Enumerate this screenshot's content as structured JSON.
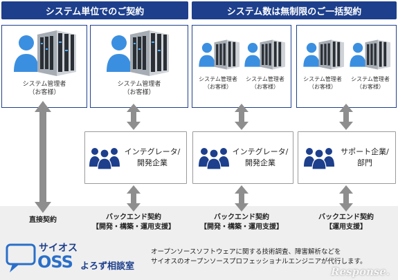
{
  "headers": {
    "left": "システム単位でのご契約",
    "right": "システム数は無制限のご一括契約"
  },
  "admin_label": {
    "title": "システム管理者",
    "sub": "（お客様）"
  },
  "middle_cards": [
    {
      "line1": "インテグレータ/",
      "line2": "開発企業"
    },
    {
      "line1": "インテグレータ/",
      "line2": "開発企業"
    },
    {
      "line1": "サポート企業/",
      "line2": "部門"
    }
  ],
  "bottom_labels": [
    {
      "line1": "直接契約",
      "line2": ""
    },
    {
      "line1": "バックエンド契約",
      "line2": "【開発・構築・運用支援】"
    },
    {
      "line1": "バックエンド契約",
      "line2": "【開発・構築・運用支援】"
    },
    {
      "line1": "バックエンド契約",
      "line2": "【運用支援】"
    }
  ],
  "logo": {
    "brand": "サイオス",
    "oss": "OSS",
    "service": "よろず相談室"
  },
  "footer": {
    "line1": "オープンソースソフトウェアに関する技術調査、障害解析などを",
    "line2": "サイオスのオープンソースプロフェッショナルエンジニアが代行します。"
  },
  "watermark": "Response.",
  "colors": {
    "header_bg": "#1d3f8c",
    "person": "#3b8fe0",
    "team": "#1d3f8c",
    "arrow": "#8e8e8e",
    "band": "#efefef"
  }
}
